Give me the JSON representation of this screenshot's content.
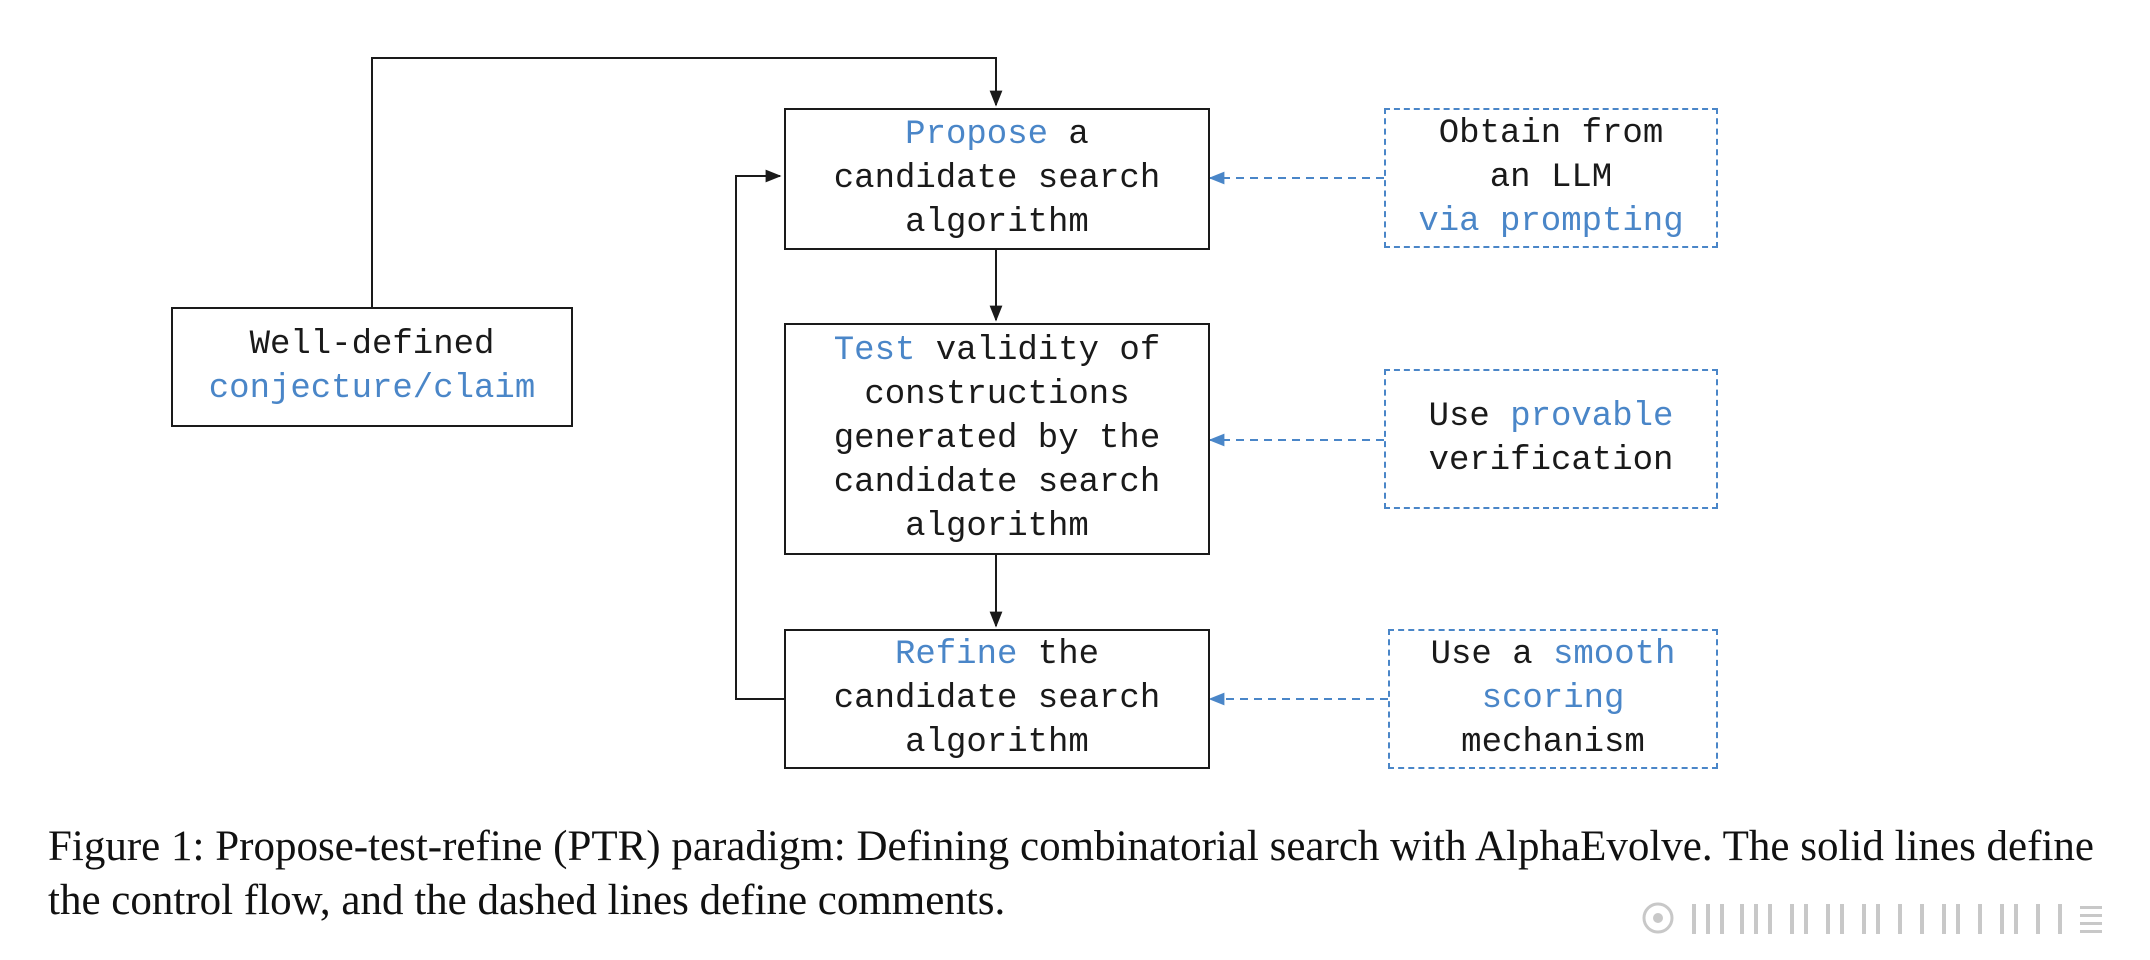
{
  "nodes": {
    "claim": {
      "line1": "Well-defined",
      "line2_hl": "conjecture/claim"
    },
    "propose": {
      "line1_hl": "Propose",
      "line1_rest": " a",
      "line2": "candidate search",
      "line3": "algorithm"
    },
    "test": {
      "line1_hl": "Test",
      "line1_rest": " validity of",
      "line2": "constructions",
      "line3": "generated by the",
      "line4": "candidate search",
      "line5": "algorithm"
    },
    "refine": {
      "line1_hl": "Refine",
      "line1_rest": " the",
      "line2": "candidate search",
      "line3": "algorithm"
    },
    "llm_comment": {
      "line1": "Obtain from",
      "line2": "an LLM",
      "line3_hl": "via prompting"
    },
    "verify_comment": {
      "line1_pre": "Use ",
      "line1_hl": "provable",
      "line2": "verification"
    },
    "score_comment": {
      "line1_pre": "Use a ",
      "line1_hl": "smooth",
      "line2_hl": "scoring",
      "line3": "mechanism"
    }
  },
  "caption": "Figure 1: Propose-test-refine (PTR) paradigm: Defining combinatorial search with AlphaEvolve. The solid lines define the control flow, and the dashed lines define comments.",
  "colors": {
    "highlight": "#4a86c8",
    "ink": "#1a1a1a",
    "watermark": "#c8c8c8"
  },
  "watermark": {
    "icon": "weibo-logo-icon"
  }
}
